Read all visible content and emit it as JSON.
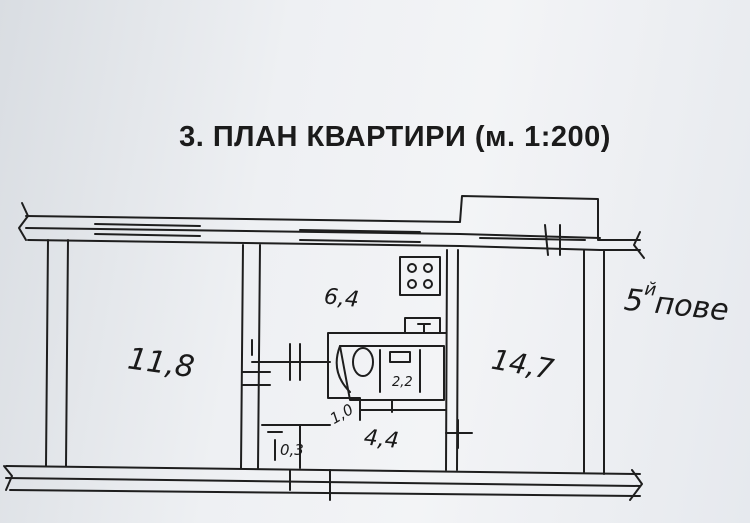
{
  "title": "3. ПЛАН КВАРТИРИ (м. 1:200)",
  "rooms": {
    "room_left": "11,8",
    "kitchen": "6,4",
    "room_right": "14,7",
    "bathroom": "2,2",
    "toilet": "1,0",
    "hallway": "4,4",
    "closet": "0,3"
  },
  "floor_note": {
    "number": "5",
    "suffix": "й",
    "word": "пове"
  }
}
